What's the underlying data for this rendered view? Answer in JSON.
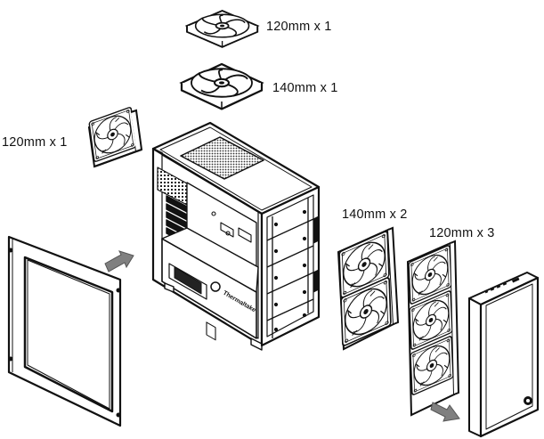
{
  "labels": {
    "top_fan_120": "120mm x 1",
    "top_fan_140": "140mm x 1",
    "rear_fan_120": "120mm x 1",
    "front_fan_140": "140mm x 2",
    "front_fan_120": "120mm x 3"
  },
  "brand": "Thermaltake",
  "colors": {
    "line": "#1a1a1a",
    "fill": "#ffffff",
    "shade": "#555555",
    "arrow": "#808080"
  }
}
